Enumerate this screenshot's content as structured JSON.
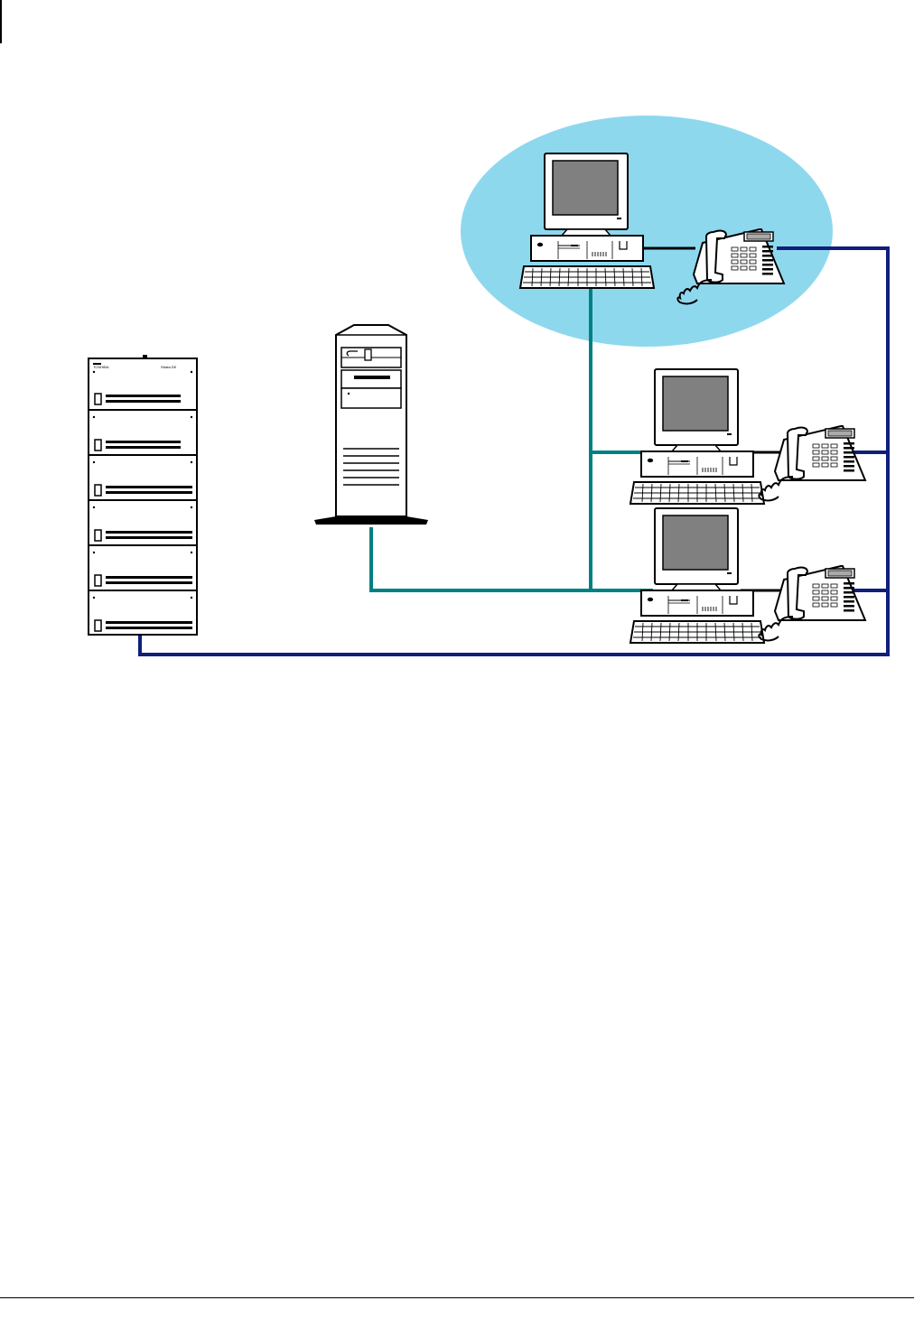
{
  "diagram": {
    "colors": {
      "highlight": "#8ed8ee",
      "lan": "#008080",
      "telephone_link": "#0f1f7a",
      "pc_phone_cord": "#000000",
      "screen": "#808080",
      "device_fill": "#ffffff"
    },
    "cabinet": {
      "brand": "TOSHIBA",
      "model": "Strata DK"
    },
    "nodes": [
      {
        "id": "telephone-system-cabinet",
        "icon": "rack-cabinet-icon"
      },
      {
        "id": "server",
        "icon": "tower-server-icon"
      },
      {
        "id": "workstation-1",
        "icon": "desktop-pc-icon",
        "highlighted": true
      },
      {
        "id": "workstation-2",
        "icon": "desktop-pc-icon"
      },
      {
        "id": "workstation-3",
        "icon": "desktop-pc-icon"
      },
      {
        "id": "telephone-1",
        "icon": "desk-phone-icon",
        "highlighted": true
      },
      {
        "id": "telephone-2",
        "icon": "desk-phone-icon"
      },
      {
        "id": "telephone-3",
        "icon": "desk-phone-icon"
      }
    ],
    "links": [
      {
        "from": "server",
        "to": "workstation-1",
        "type": "lan"
      },
      {
        "from": "server",
        "to": "workstation-2",
        "type": "lan"
      },
      {
        "from": "server",
        "to": "workstation-3",
        "type": "lan"
      },
      {
        "from": "workstation-1",
        "to": "telephone-1",
        "type": "pc_phone_cord"
      },
      {
        "from": "workstation-2",
        "to": "telephone-2",
        "type": "pc_phone_cord"
      },
      {
        "from": "workstation-3",
        "to": "telephone-3",
        "type": "pc_phone_cord"
      },
      {
        "from": "telephone-system-cabinet",
        "to": "telephone-1",
        "type": "telephone_link"
      },
      {
        "from": "telephone-system-cabinet",
        "to": "telephone-2",
        "type": "telephone_link"
      },
      {
        "from": "telephone-system-cabinet",
        "to": "telephone-3",
        "type": "telephone_link"
      }
    ]
  }
}
